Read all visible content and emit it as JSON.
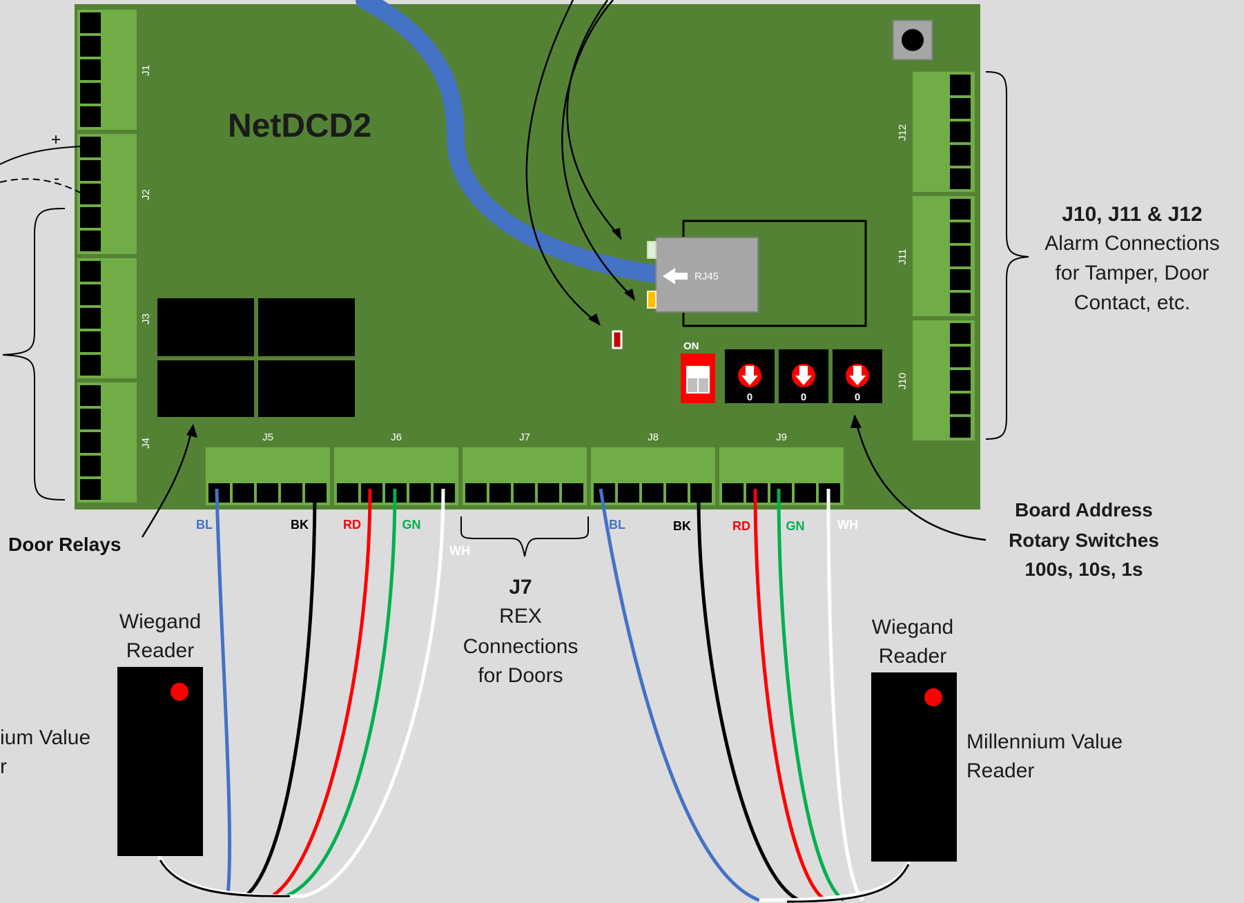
{
  "board": {
    "title": "NetDCD2",
    "rj45_label": "RJ45",
    "dip_label": "ON",
    "rotary_values": [
      "0",
      "0",
      "0"
    ]
  },
  "left_connectors": [
    "J1",
    "J2",
    "J3",
    "J4"
  ],
  "right_connectors": [
    "J12",
    "J11",
    "J10"
  ],
  "bottom_connectors": [
    "J5",
    "J6",
    "J7",
    "J8",
    "J9"
  ],
  "power_marks": {
    "plus": "+",
    "minus": "-"
  },
  "wires_left": [
    "BL",
    "BK",
    "RD",
    "GN",
    "WH"
  ],
  "wires_right": [
    "BL",
    "BK",
    "RD",
    "GN",
    "WH"
  ],
  "annotations": {
    "door_relays": "Door Relays",
    "alarm": [
      "J10, J11 & J12",
      "Alarm Connections",
      "for Tamper, Door",
      "Contact, etc."
    ],
    "board_address": [
      "Board Address",
      "Rotary Switches",
      "100s, 10s, 1s"
    ],
    "rex": [
      "J7",
      "REX",
      "Connections",
      "for Doors"
    ],
    "reader_left": [
      "Wiegand",
      "Reader"
    ],
    "reader_right": [
      "Wiegand",
      "Reader"
    ],
    "millennium_left": [
      "ium Value",
      "r"
    ],
    "millennium_right": [
      "Millennium Value",
      "Reader"
    ]
  },
  "colors": {
    "background": "#dcdcdc",
    "board": "#548235",
    "connector": "#70ad47",
    "cable": "#4472c4",
    "blue_wire": "#4472c4",
    "black_wire": "#000000",
    "red_wire": "#ff0000",
    "green_wire": "#00b050",
    "white_wire": "#ffffff",
    "label_blue": "#4472c4",
    "label_red": "#ff0000",
    "label_green": "#00b050"
  }
}
